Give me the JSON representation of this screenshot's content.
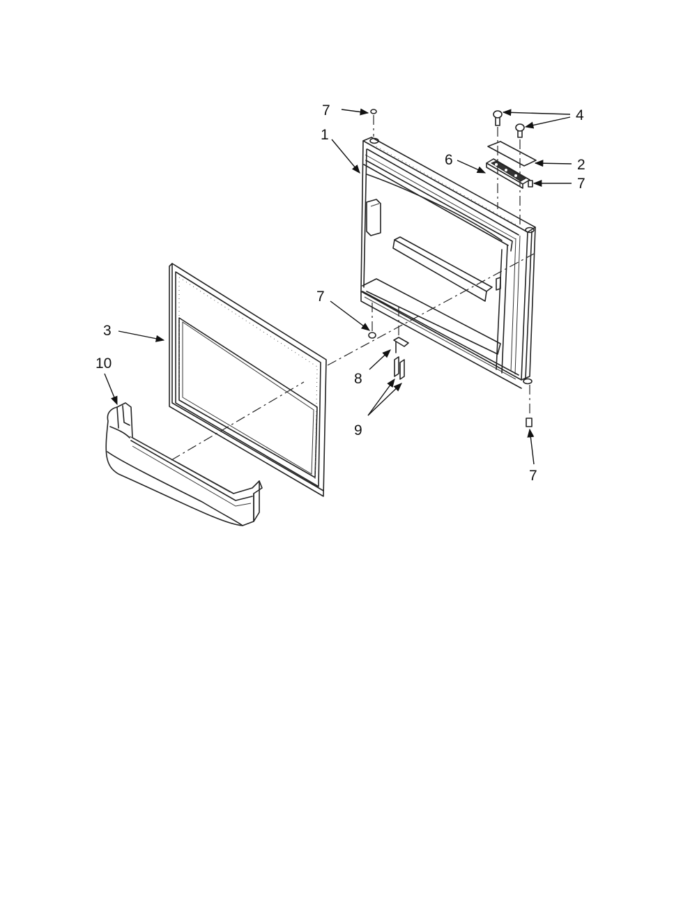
{
  "callouts": [
    {
      "id": "c7a",
      "text": "7"
    },
    {
      "id": "c4",
      "text": "4"
    },
    {
      "id": "c1",
      "text": "1"
    },
    {
      "id": "c6",
      "text": "6"
    },
    {
      "id": "c2",
      "text": "2"
    },
    {
      "id": "c7b",
      "text": "7"
    },
    {
      "id": "c7c",
      "text": "7"
    },
    {
      "id": "c3",
      "text": "3"
    },
    {
      "id": "c10",
      "text": "10"
    },
    {
      "id": "c8",
      "text": "8"
    },
    {
      "id": "c9",
      "text": "9"
    },
    {
      "id": "c7d",
      "text": "7"
    }
  ]
}
